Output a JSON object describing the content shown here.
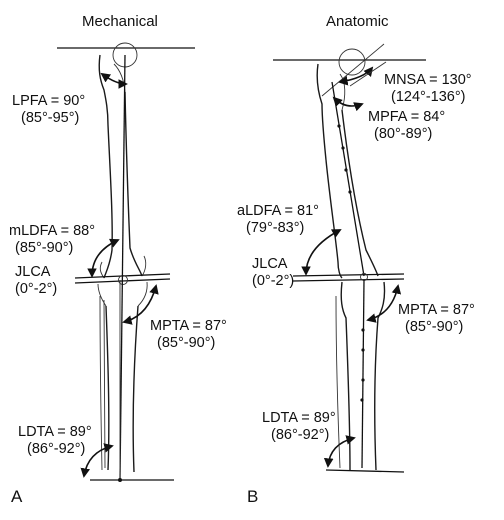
{
  "panels": [
    {
      "title": "Mechanical",
      "letter": "A",
      "angles": {
        "lpfa": {
          "name": "LPFA = 90°",
          "range": "(85°-95°)"
        },
        "mldfa": {
          "name": "mLDFA = 88°",
          "range": "(85°-90°)"
        },
        "jlca": {
          "name": "JLCA",
          "range": "(0°-2°)"
        },
        "mpta": {
          "name": "MPTA = 87°",
          "range": "(85°-90°)"
        },
        "ldta": {
          "name": "LDTA = 89°",
          "range": "(86°-92°)"
        }
      }
    },
    {
      "title": "Anatomic",
      "letter": "B",
      "angles": {
        "mnsa": {
          "name": "MNSA = 130°",
          "range": "(124°-136°)"
        },
        "mpfa": {
          "name": "MPFA = 84°",
          "range": "(80°-89°)"
        },
        "aldfa": {
          "name": "aLDFA = 81°",
          "range": "(79°-83°)"
        },
        "jlca": {
          "name": "JLCA",
          "range": "(0°-2°)"
        },
        "mpta": {
          "name": "MPTA = 87°",
          "range": "(85°-90°)"
        },
        "ldta": {
          "name": "LDTA = 89°",
          "range": "(86°-92°)"
        }
      }
    }
  ]
}
